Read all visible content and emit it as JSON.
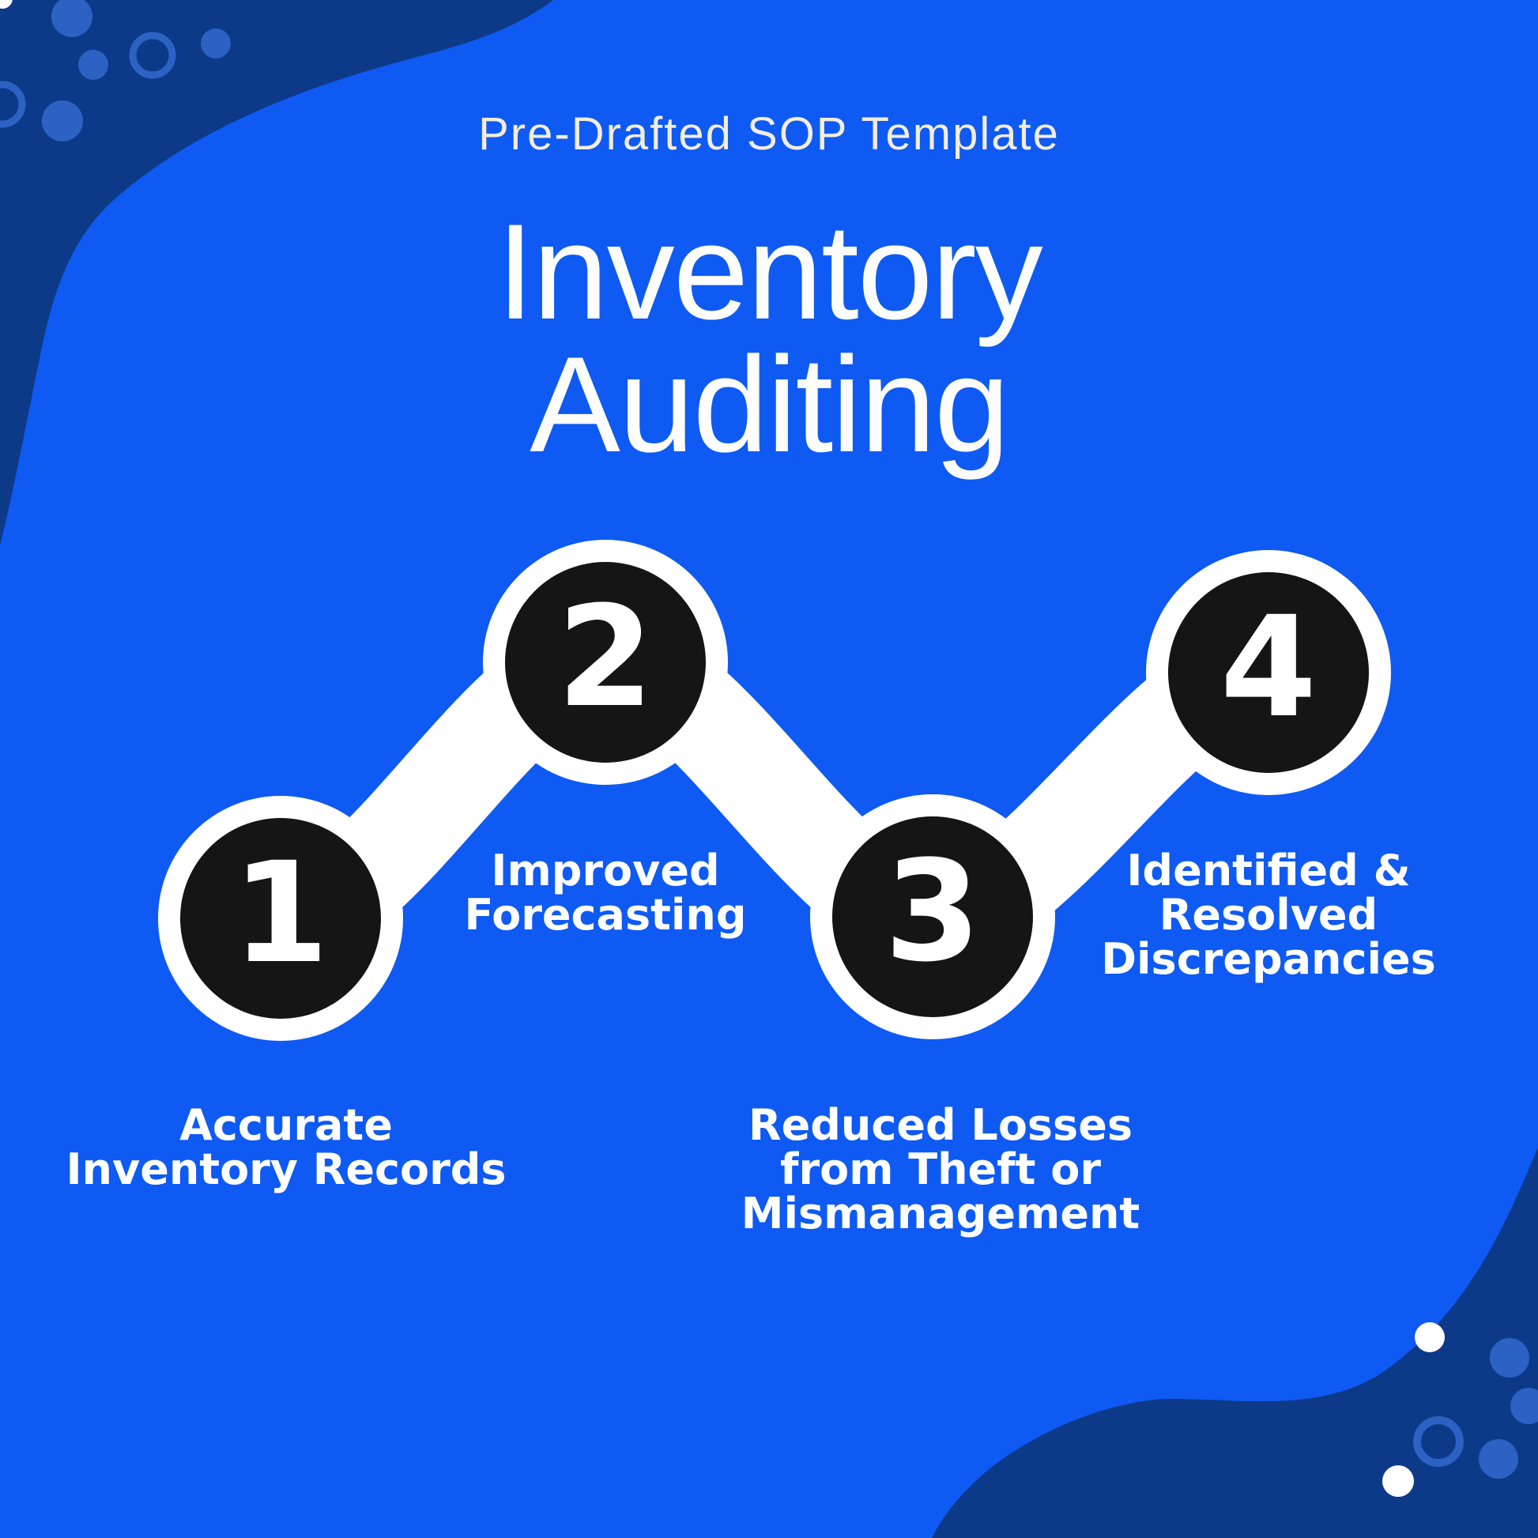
{
  "header": {
    "eyebrow": "Pre-Drafted SOP Template",
    "title_line1": "Inventory",
    "title_line2": "Auditing"
  },
  "steps": [
    {
      "number": "1",
      "label": "Accurate\nInventory Records"
    },
    {
      "number": "2",
      "label": "Improved\nForecasting"
    },
    {
      "number": "3",
      "label": "Reduced Losses\nfrom Theft or\nMismanagement"
    },
    {
      "number": "4",
      "label": "Identified &\nResolved\nDiscrepancies"
    }
  ],
  "colors": {
    "background": "#0E5AF3",
    "corner_blob": "#0D3A88",
    "decorative_dot": "#2B62C4",
    "connector": "#FFFFFF",
    "step_circle": "#151515",
    "step_number": "#FFFFFF",
    "label_text": "#FFFFFF",
    "eyebrow_text": "#F2EDE2",
    "title_text": "#FDFDFB"
  }
}
